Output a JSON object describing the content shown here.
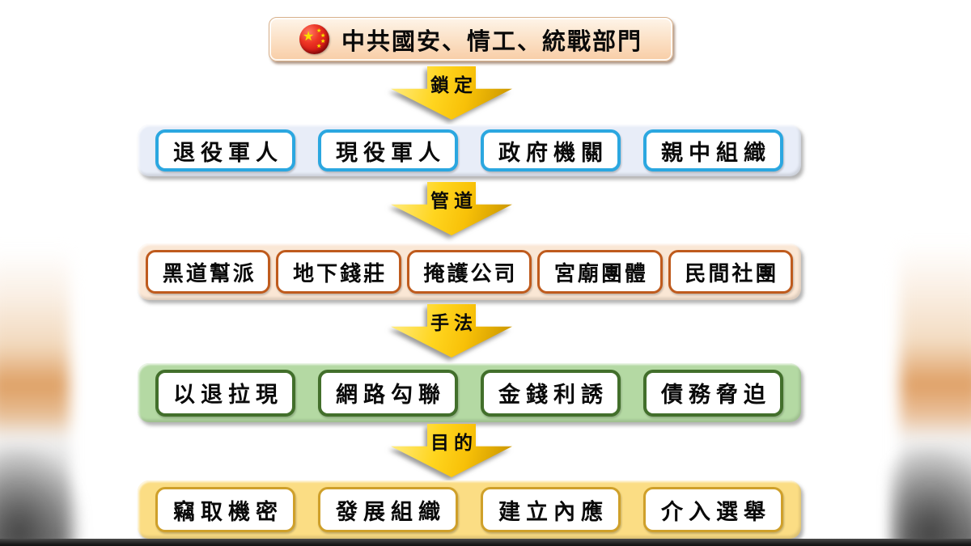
{
  "header": {
    "title": "中共國安、情工、統戰部門",
    "flag_icon": "china-flag"
  },
  "flow": {
    "arrows": [
      {
        "label": "鎖定"
      },
      {
        "label": "管道"
      },
      {
        "label": "手法"
      },
      {
        "label": "目的"
      }
    ],
    "rows": [
      {
        "id": "targets",
        "items": [
          "退役軍人",
          "現役軍人",
          "政府機關",
          "親中組織"
        ]
      },
      {
        "id": "channels",
        "items": [
          "黑道幫派",
          "地下錢莊",
          "掩護公司",
          "宮廟團體",
          "民間社團"
        ]
      },
      {
        "id": "methods",
        "items": [
          "以退拉現",
          "網路勾聯",
          "金錢利誘",
          "債務脅迫"
        ]
      },
      {
        "id": "purposes",
        "items": [
          "竊取機密",
          "發展組織",
          "建立內應",
          "介入選舉"
        ]
      }
    ]
  },
  "colors": {
    "top_box_bg": "#fbdfc3",
    "arrow_gold": "#ffd51f",
    "row_targets_bg": "#e8edf8",
    "row_targets_border": "#2ba7e0",
    "row_channels_bg": "#fae7d5",
    "row_channels_border": "#bf5b1d",
    "row_methods_bg": "#b4d9a3",
    "row_methods_border": "#426f2b",
    "row_purposes_bg": "#fbdd84",
    "row_purposes_border": "#cfa02a",
    "flag_red": "#d61a1a",
    "flag_star_yellow": "#ffde00",
    "text": "#0a0a0a"
  }
}
